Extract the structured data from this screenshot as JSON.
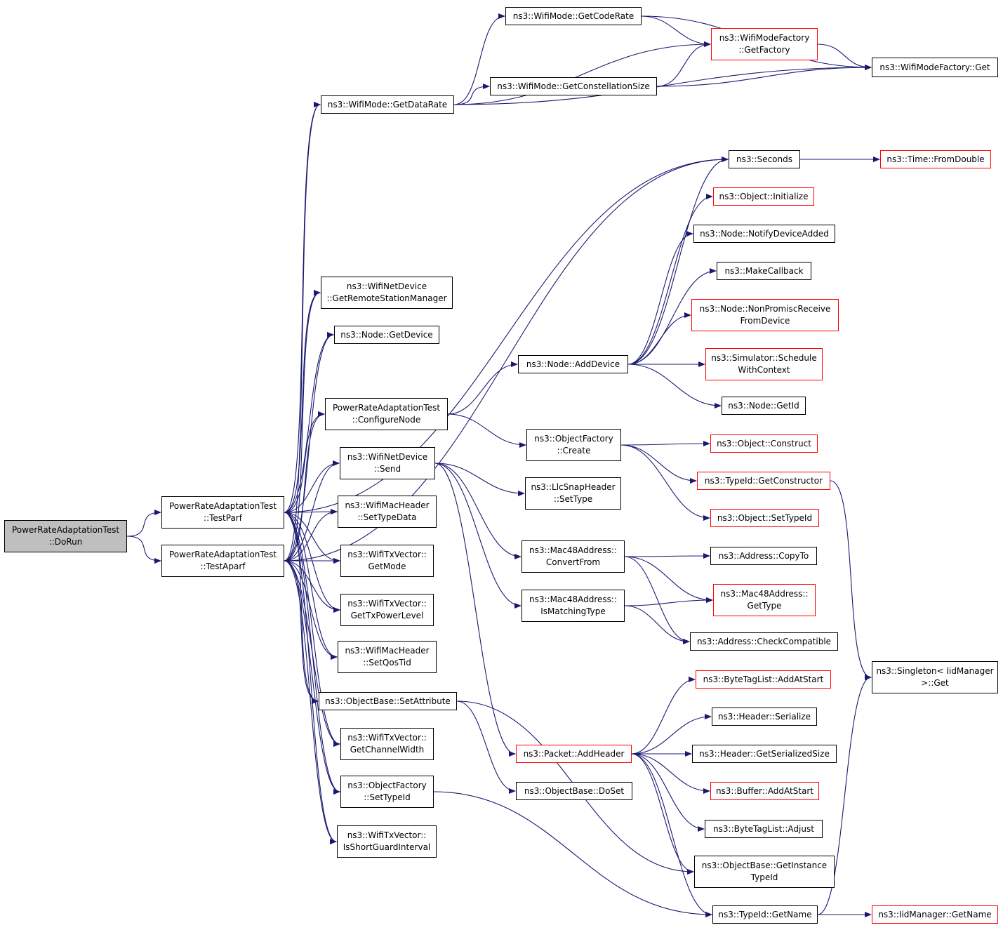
{
  "colors": {
    "edge": "#191970",
    "node_border": "#000000",
    "partial_border": "#ff0000",
    "root_fill": "#bfbfbf"
  },
  "nodes": [
    {
      "id": "dorun",
      "lines": [
        "PowerRateAdaptationTest",
        "::DoRun"
      ],
      "style": "root"
    },
    {
      "id": "testparf",
      "lines": [
        "PowerRateAdaptationTest",
        "::TestParf"
      ],
      "style": "black"
    },
    {
      "id": "testaparf",
      "lines": [
        "PowerRateAdaptationTest",
        "::TestAparf"
      ],
      "style": "black"
    },
    {
      "id": "getcoderate",
      "lines": [
        "ns3::WifiMode::GetCodeRate"
      ],
      "style": "black"
    },
    {
      "id": "getfactory",
      "lines": [
        "ns3::WifiModeFactory",
        "::GetFactory"
      ],
      "style": "red"
    },
    {
      "id": "wmfget",
      "lines": [
        "ns3::WifiModeFactory::Get"
      ],
      "style": "black"
    },
    {
      "id": "getconstsize",
      "lines": [
        "ns3::WifiMode::GetConstellationSize"
      ],
      "style": "black"
    },
    {
      "id": "getdatarate",
      "lines": [
        "ns3::WifiMode::GetDataRate"
      ],
      "style": "black"
    },
    {
      "id": "seconds",
      "lines": [
        "ns3::Seconds"
      ],
      "style": "black"
    },
    {
      "id": "fromdouble",
      "lines": [
        "ns3::Time::FromDouble"
      ],
      "style": "red"
    },
    {
      "id": "initialize",
      "lines": [
        "ns3::Object::Initialize"
      ],
      "style": "red"
    },
    {
      "id": "notifydevadded",
      "lines": [
        "ns3::Node::NotifyDeviceAdded"
      ],
      "style": "black"
    },
    {
      "id": "makecallback",
      "lines": [
        "ns3::MakeCallback"
      ],
      "style": "black"
    },
    {
      "id": "nonpromisc",
      "lines": [
        "ns3::Node::NonPromiscReceive",
        "FromDevice"
      ],
      "style": "red"
    },
    {
      "id": "schedwithctx",
      "lines": [
        "ns3::Simulator::Schedule",
        "WithContext"
      ],
      "style": "red"
    },
    {
      "id": "nodegetid",
      "lines": [
        "ns3::Node::GetId"
      ],
      "style": "black"
    },
    {
      "id": "getrsm",
      "lines": [
        "ns3::WifiNetDevice",
        "::GetRemoteStationManager"
      ],
      "style": "black"
    },
    {
      "id": "nodegetdevice",
      "lines": [
        "ns3::Node::GetDevice"
      ],
      "style": "black"
    },
    {
      "id": "nodeadddevice",
      "lines": [
        "ns3::Node::AddDevice"
      ],
      "style": "black"
    },
    {
      "id": "confignode",
      "lines": [
        "PowerRateAdaptationTest",
        "::ConfigureNode"
      ],
      "style": "black"
    },
    {
      "id": "ofcreate",
      "lines": [
        "ns3::ObjectFactory",
        "::Create"
      ],
      "style": "black"
    },
    {
      "id": "objconstruct",
      "lines": [
        "ns3::Object::Construct"
      ],
      "style": "red"
    },
    {
      "id": "getconstructor",
      "lines": [
        "ns3::TypeId::GetConstructor"
      ],
      "style": "red"
    },
    {
      "id": "objsettypeid",
      "lines": [
        "ns3::Object::SetTypeId"
      ],
      "style": "red"
    },
    {
      "id": "wndsend",
      "lines": [
        "ns3::WifiNetDevice",
        "::Send"
      ],
      "style": "black"
    },
    {
      "id": "llcsettype",
      "lines": [
        "ns3::LlcSnapHeader",
        "::SetType"
      ],
      "style": "black"
    },
    {
      "id": "settypedata",
      "lines": [
        "ns3::WifiMacHeader",
        "::SetTypeData"
      ],
      "style": "black"
    },
    {
      "id": "mac48convert",
      "lines": [
        "ns3::Mac48Address::",
        "ConvertFrom"
      ],
      "style": "black"
    },
    {
      "id": "addrcopyto",
      "lines": [
        "ns3::Address::CopyTo"
      ],
      "style": "black"
    },
    {
      "id": "txgetmode",
      "lines": [
        "ns3::WifiTxVector::",
        "GetMode"
      ],
      "style": "black"
    },
    {
      "id": "mac48gettype",
      "lines": [
        "ns3::Mac48Address::",
        "GetType"
      ],
      "style": "red"
    },
    {
      "id": "mac48ismatch",
      "lines": [
        "ns3::Mac48Address::",
        "IsMatchingType"
      ],
      "style": "black"
    },
    {
      "id": "txgetpower",
      "lines": [
        "ns3::WifiTxVector::",
        "GetTxPowerLevel"
      ],
      "style": "black"
    },
    {
      "id": "addrcheckcompat",
      "lines": [
        "ns3::Address::CheckCompatible"
      ],
      "style": "black"
    },
    {
      "id": "setqostid",
      "lines": [
        "ns3::WifiMacHeader",
        "::SetQosTid"
      ],
      "style": "black"
    },
    {
      "id": "singletonget",
      "lines": [
        "ns3::Singleton< IidManager",
        ">::Get"
      ],
      "style": "black"
    },
    {
      "id": "btladdatstart",
      "lines": [
        "ns3::ByteTagList::AddAtStart"
      ],
      "style": "red"
    },
    {
      "id": "setattribute",
      "lines": [
        "ns3::ObjectBase::SetAttribute"
      ],
      "style": "black"
    },
    {
      "id": "hdrserialize",
      "lines": [
        "ns3::Header::Serialize"
      ],
      "style": "black"
    },
    {
      "id": "txgetchwidth",
      "lines": [
        "ns3::WifiTxVector::",
        "GetChannelWidth"
      ],
      "style": "black"
    },
    {
      "id": "pktaddheader",
      "lines": [
        "ns3::Packet::AddHeader"
      ],
      "style": "red"
    },
    {
      "id": "hdrgetsersize",
      "lines": [
        "ns3::Header::GetSerializedSize"
      ],
      "style": "black"
    },
    {
      "id": "ofsettypeid",
      "lines": [
        "ns3::ObjectFactory",
        "::SetTypeId"
      ],
      "style": "black"
    },
    {
      "id": "obdoset",
      "lines": [
        "ns3::ObjectBase::DoSet"
      ],
      "style": "black"
    },
    {
      "id": "bufaddatstart",
      "lines": [
        "ns3::Buffer::AddAtStart"
      ],
      "style": "red"
    },
    {
      "id": "btladjust",
      "lines": [
        "ns3::ByteTagList::Adjust"
      ],
      "style": "black"
    },
    {
      "id": "txisshortgi",
      "lines": [
        "ns3::WifiTxVector::",
        "IsShortGuardInterval"
      ],
      "style": "black"
    },
    {
      "id": "obgetinsttid",
      "lines": [
        "ns3::ObjectBase::GetInstance",
        "TypeId"
      ],
      "style": "black"
    },
    {
      "id": "tidgetname",
      "lines": [
        "ns3::TypeId::GetName"
      ],
      "style": "black"
    },
    {
      "id": "iidgetname",
      "lines": [
        "ns3::IidManager::GetName"
      ],
      "style": "red"
    }
  ]
}
